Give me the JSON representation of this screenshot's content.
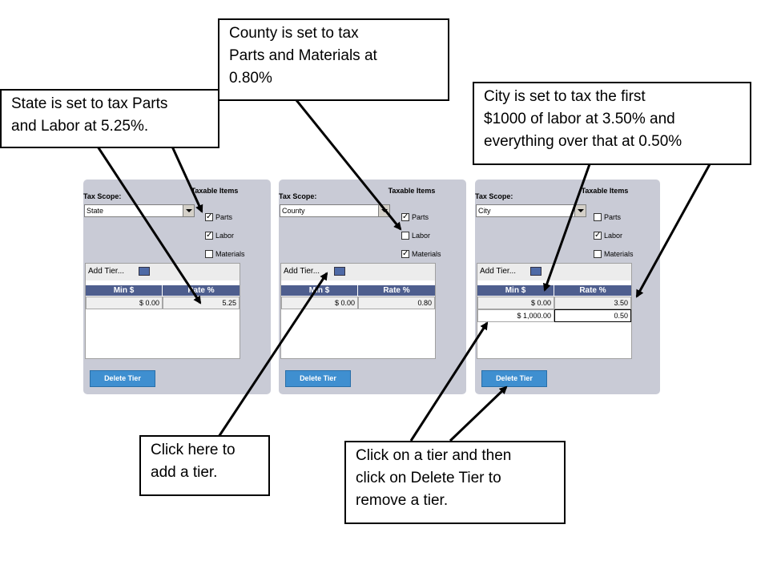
{
  "panels": [
    {
      "scope_label": "Tax Scope:",
      "scope_value": "State",
      "taxable_items_label": "Taxable Items",
      "items": [
        {
          "label": "Parts",
          "checked": true
        },
        {
          "label": "Labor",
          "checked": true
        },
        {
          "label": "Materials",
          "checked": false
        }
      ],
      "add_tier_label": "Add Tier...",
      "columns": [
        "Min $",
        "Rate %"
      ],
      "rows": [
        {
          "min": "$ 0.00",
          "rate": "5.25"
        }
      ],
      "delete_label": "Delete Tier"
    },
    {
      "scope_label": "Tax Scope:",
      "scope_value": "County",
      "taxable_items_label": "Taxable Items",
      "items": [
        {
          "label": "Parts",
          "checked": true
        },
        {
          "label": "Labor",
          "checked": false
        },
        {
          "label": "Materials",
          "checked": true
        }
      ],
      "add_tier_label": "Add Tier...",
      "columns": [
        "Min $",
        "Rate %"
      ],
      "rows": [
        {
          "min": "$ 0.00",
          "rate": "0.80"
        }
      ],
      "delete_label": "Delete Tier"
    },
    {
      "scope_label": "Tax Scope:",
      "scope_value": "City",
      "taxable_items_label": "Taxable Items",
      "items": [
        {
          "label": "Parts",
          "checked": false
        },
        {
          "label": "Labor",
          "checked": true
        },
        {
          "label": "Materials",
          "checked": false
        }
      ],
      "add_tier_label": "Add Tier...",
      "columns": [
        "Min $",
        "Rate %"
      ],
      "rows": [
        {
          "min": "$ 0.00",
          "rate": "3.50"
        },
        {
          "min": "$ 1,000.00",
          "rate": "0.50"
        }
      ],
      "delete_label": "Delete Tier"
    }
  ],
  "callouts": {
    "state": {
      "lines": [
        "State is set to tax Parts",
        "and Labor at 5.25%."
      ]
    },
    "county": {
      "lines": [
        "County is set to tax",
        "Parts and Materials at",
        "0.80%"
      ]
    },
    "city": {
      "lines": [
        "City is set to tax the first",
        "$1000 of labor at 3.50% and",
        "everything over that at 0.50%"
      ]
    },
    "add_tier": {
      "lines": [
        "Click here to",
        "add a tier."
      ]
    },
    "delete_tier": {
      "lines": [
        "Click on a tier and then",
        "click on Delete Tier to",
        "remove a tier."
      ]
    }
  },
  "check_mark": "✓"
}
